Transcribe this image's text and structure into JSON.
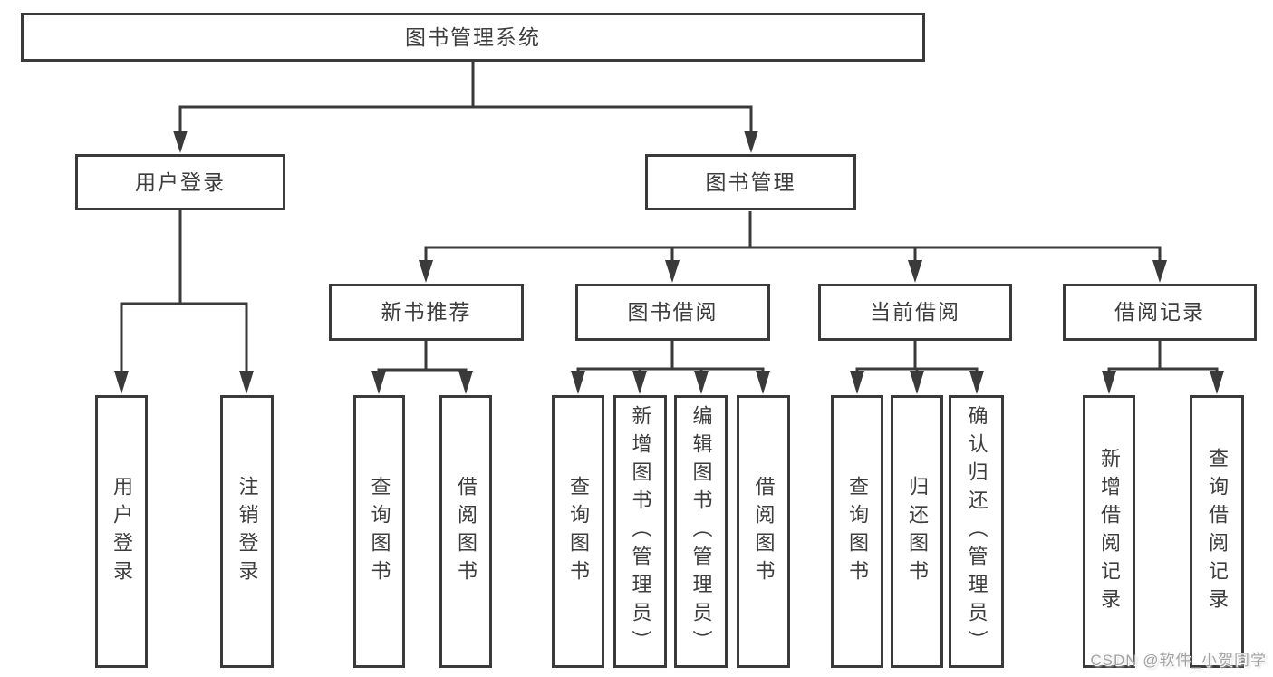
{
  "tree": {
    "root": {
      "label": "图书管理系统"
    },
    "level2": [
      {
        "label": "用户登录"
      },
      {
        "label": "图书管理"
      }
    ],
    "level3": [
      {
        "label": "新书推荐"
      },
      {
        "label": "图书借阅"
      },
      {
        "label": "当前借阅"
      },
      {
        "label": "借阅记录"
      }
    ],
    "level4": {
      "under_user_login": [
        {
          "label": "用户登录"
        },
        {
          "label": "注销登录"
        }
      ],
      "under_new_book": [
        {
          "label": "查询图书"
        },
        {
          "label": "借阅图书"
        }
      ],
      "under_book_borrow": [
        {
          "label": "查询图书"
        },
        {
          "label": "新增图书（管理员）"
        },
        {
          "label": "编辑图书（管理员）"
        },
        {
          "label": "借阅图书"
        }
      ],
      "under_current_borrow": [
        {
          "label": "查询图书"
        },
        {
          "label": "归还图书"
        },
        {
          "label": "确认归还（管理员）"
        }
      ],
      "under_borrow_record": [
        {
          "label": "新增借阅记录"
        },
        {
          "label": "查询借阅记录"
        }
      ]
    }
  },
  "watermark": {
    "text": "CSDN @软件_小贺同学"
  },
  "colors": {
    "line": "#3a3a3a",
    "border": "#3a3a3a",
    "text": "#3d3d3d",
    "background": "#ffffff",
    "watermark": "#a3a3a3"
  }
}
